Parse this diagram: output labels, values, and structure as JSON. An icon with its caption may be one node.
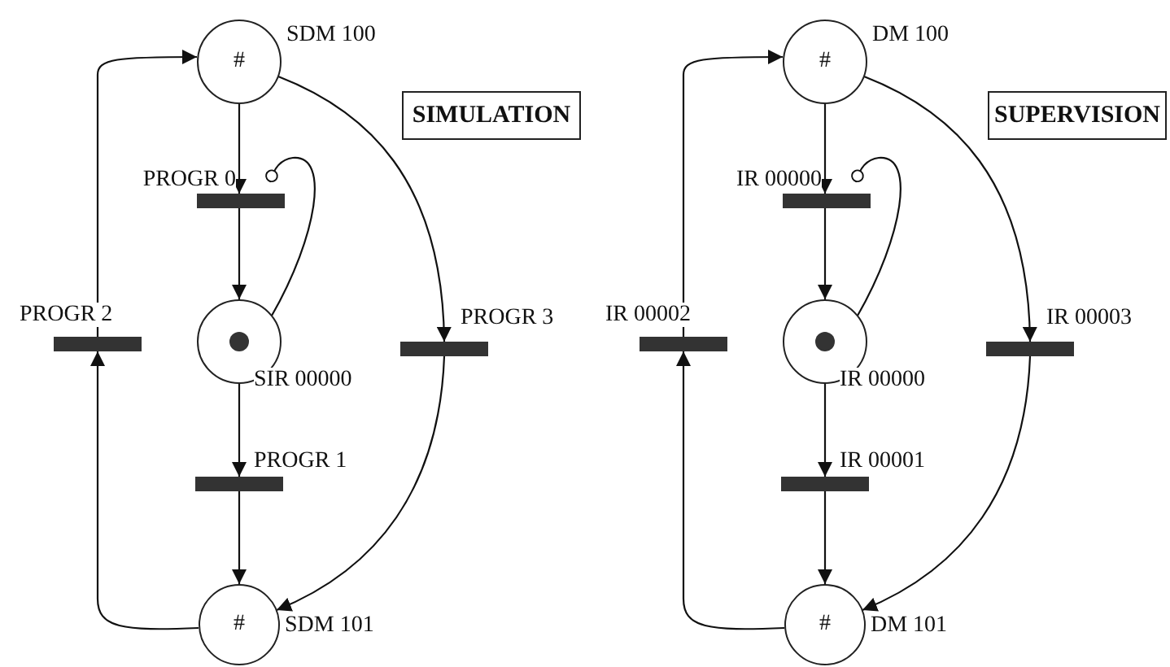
{
  "diagram": {
    "nodes": [
      {
        "text": [
          "#"
        ],
        "beside": [
          "SDM 100"
        ]
      },
      {
        "text": [
          "SIMULATION"
        ]
      },
      {
        "text": [],
        "shape": "bar",
        "beside": [
          "PROGR 0"
        ]
      },
      {
        "text": [],
        "shape": "bar",
        "beside": [
          "PROGR 2"
        ]
      },
      {
        "text": [],
        "shape": "circle",
        "beside": [
          "SIR 00000"
        ]
      },
      {
        "text": [],
        "shape": "bar",
        "beside": [
          "PROGR 3"
        ]
      },
      {
        "text": [],
        "shape": "bar",
        "beside": [
          "PROGR 1"
        ]
      },
      {
        "text": [
          "#"
        ],
        "beside": [
          "SDM 101"
        ]
      },
      {
        "text": [
          "#"
        ],
        "beside": [
          "DM 100"
        ]
      },
      {
        "text": [
          "SUPERVISION"
        ]
      },
      {
        "text": [],
        "shape": "bar",
        "beside": [
          "IR 00000"
        ]
      },
      {
        "text": [],
        "shape": "bar",
        "beside": [
          "IR 00002"
        ]
      },
      {
        "text": [],
        "shape": "circle",
        "beside": [
          "IR 00000"
        ]
      },
      {
        "text": [],
        "shape": "bar",
        "beside": [
          "IR 00003"
        ]
      },
      {
        "text": [],
        "shape": "bar",
        "beside": [
          "IR 00001"
        ]
      },
      {
        "text": [
          "#"
        ],
        "beside": [
          "DM 101"
        ]
      }
    ],
    "edges": [
      {
        "from": 0,
        "to": 2,
        "arrow": "to"
      },
      {
        "from": 2,
        "to": 4,
        "arrow": "to"
      },
      {
        "from": 4,
        "to": 2,
        "arrow": "other"
      },
      {
        "from": 4,
        "to": 6,
        "arrow": "to"
      },
      {
        "from": 6,
        "to": 7,
        "arrow": "to"
      },
      {
        "from": 7,
        "to": 3,
        "arrow": "to"
      },
      {
        "from": 3,
        "to": 0,
        "arrow": "to"
      },
      {
        "from": 0,
        "to": 5,
        "arrow": "to"
      },
      {
        "from": 5,
        "to": 7,
        "arrow": "to"
      },
      {
        "from": 8,
        "to": 10,
        "arrow": "to"
      },
      {
        "from": 10,
        "to": 12,
        "arrow": "to"
      },
      {
        "from": 12,
        "to": 10,
        "arrow": "other"
      },
      {
        "from": 12,
        "to": 14,
        "arrow": "to"
      },
      {
        "from": 14,
        "to": 15,
        "arrow": "to"
      },
      {
        "from": 15,
        "to": 11,
        "arrow": "to"
      },
      {
        "from": 11,
        "to": 8,
        "arrow": "to"
      },
      {
        "from": 8,
        "to": 13,
        "arrow": "to"
      },
      {
        "from": 13,
        "to": 15,
        "arrow": "to"
      }
    ]
  }
}
